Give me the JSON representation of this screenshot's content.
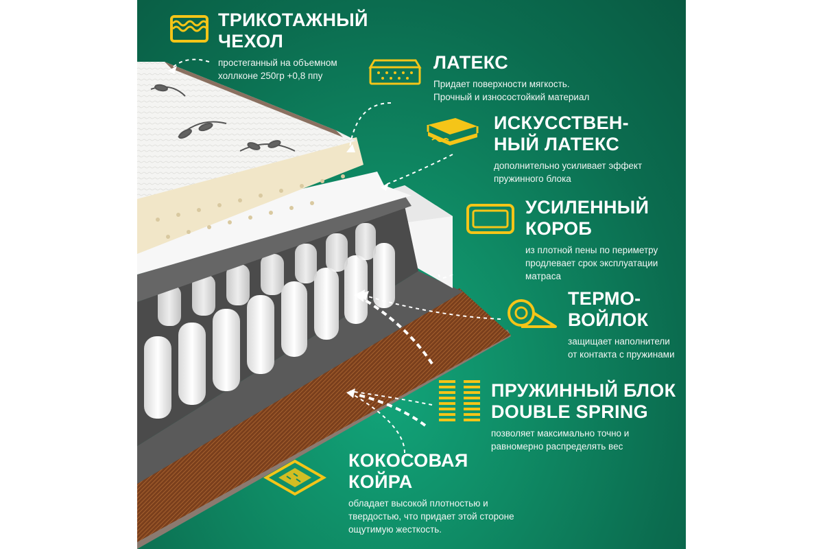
{
  "colors": {
    "background": "#0f8a64",
    "accent": "#f5c518",
    "text": "#ffffff"
  },
  "layers": [
    {
      "icon": "knit-cover-icon",
      "title": "ТРИКОТАЖНЫЙ\nЧЕХОЛ",
      "description": "простеганный на объемном\nхоллконе 250гр +0,8 ппу"
    },
    {
      "icon": "latex-icon",
      "title": "ЛАТЕКС",
      "description": "Придает поверхности мягкость.\nПрочный и износостойкий материал"
    },
    {
      "icon": "artificial-latex-icon",
      "title": "ИСКУССТВЕН-\nНЫЙ ЛАТЕКС",
      "description": "дополнительно усиливает эффект\nпружинного блока"
    },
    {
      "icon": "reinforced-box-icon",
      "title": "УСИЛЕННЫЙ\nКОРОБ",
      "description": "из плотной пены по периметру\nпродлевает срок эксплуатации\nматраса"
    },
    {
      "icon": "thermo-felt-icon",
      "title": "ТЕРМО-\nВОЙЛОК",
      "description": "защищает наполнители\nот контакта с пружинами"
    },
    {
      "icon": "spring-block-icon",
      "title": "ПРУЖИННЫЙ БЛОК\nDOUBLE SPRING",
      "description": "позволяет максимально точно и\nравномерно распределять вес"
    },
    {
      "icon": "coconut-coir-icon",
      "title": "КОКОСОВАЯ\nКОЙРА",
      "description": "обладает высокой плотностью и\nтвердостью, что придает этой стороне\nощутимую жесткость."
    }
  ]
}
